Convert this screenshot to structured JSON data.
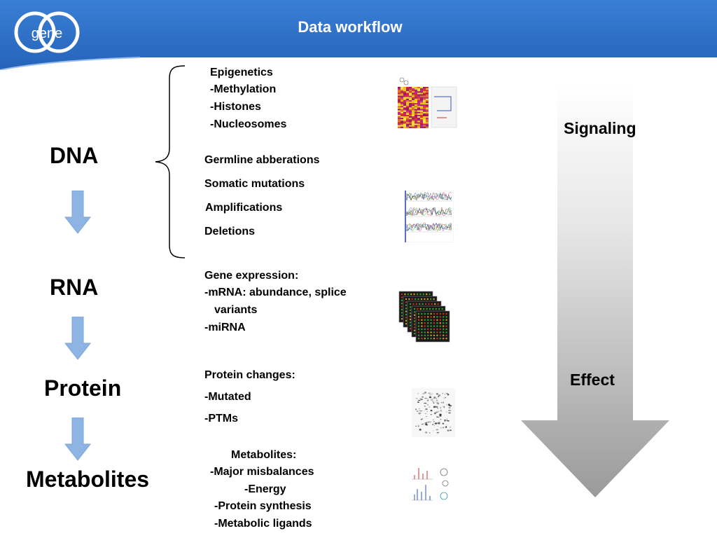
{
  "header": {
    "title": "Data workflow",
    "logo_text": "gene"
  },
  "stages": {
    "dna": "DNA",
    "rna": "RNA",
    "protein": "Protein",
    "metabolites": "Metabolites"
  },
  "dna_items": {
    "epigenetics_title": "Epigenetics",
    "epigenetics": [
      "Methylation",
      "Histones",
      "Nucleosomes"
    ],
    "genomic": [
      "Germline abberations",
      "Somatic mutations",
      "Amplifications",
      "Deletions"
    ]
  },
  "rna_items": {
    "title": "Gene expression:",
    "line1": "mRNA: abundance, splice",
    "line2": "variants",
    "line3": "miRNA"
  },
  "protein_items": {
    "title": "Protein changes:",
    "items": [
      "Mutated",
      "PTMs"
    ]
  },
  "metabolite_items": {
    "title": "Metabolites:",
    "items": [
      "Major misbalances",
      "Energy",
      "Protein synthesis",
      "Metabolic ligands"
    ]
  },
  "side_labels": {
    "top": "Signaling",
    "bottom": "Effect"
  },
  "colors": {
    "header_blue": "#2b6cc4",
    "stage_arrow": "#8db4e2",
    "big_arrow_dark": "#9a9a9a",
    "big_arrow_light": "#f2f2f2"
  },
  "icons": [
    "gene-logo-icon",
    "stage-down-arrow-icon",
    "curly-brace-icon",
    "gradient-down-arrow-icon",
    "heatmap-thumbnail-icon",
    "sequencing-trace-thumbnail-icon",
    "microarray-stack-thumbnail-icon",
    "protein-gel-thumbnail-icon",
    "metabolite-spectrum-thumbnail-icon"
  ]
}
